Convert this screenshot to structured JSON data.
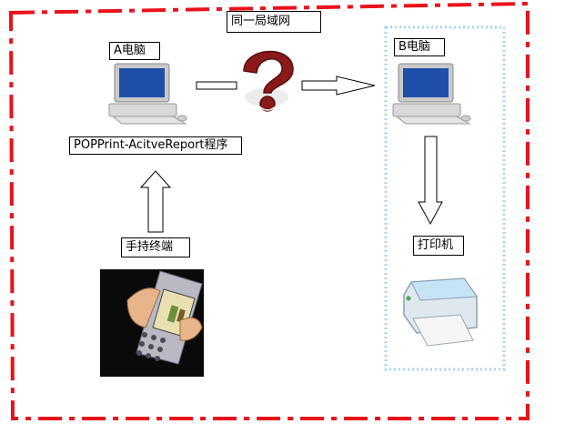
{
  "diagram": {
    "lan_label": "同一局域网",
    "computer_a_label": "A电脑",
    "program_label": "POPPrint-AcitveReport程序",
    "handheld_label": "手持终端",
    "computer_b_label": "B电脑",
    "printer_label": "打印机",
    "icons": [
      "computer-icon",
      "question-mark-icon",
      "handheld-terminal-icon",
      "printer-icon"
    ],
    "colors": {
      "outer_border": "#e8121b",
      "inner_border": "#a8d4f0",
      "question_mark": "#8a1a1a"
    }
  }
}
